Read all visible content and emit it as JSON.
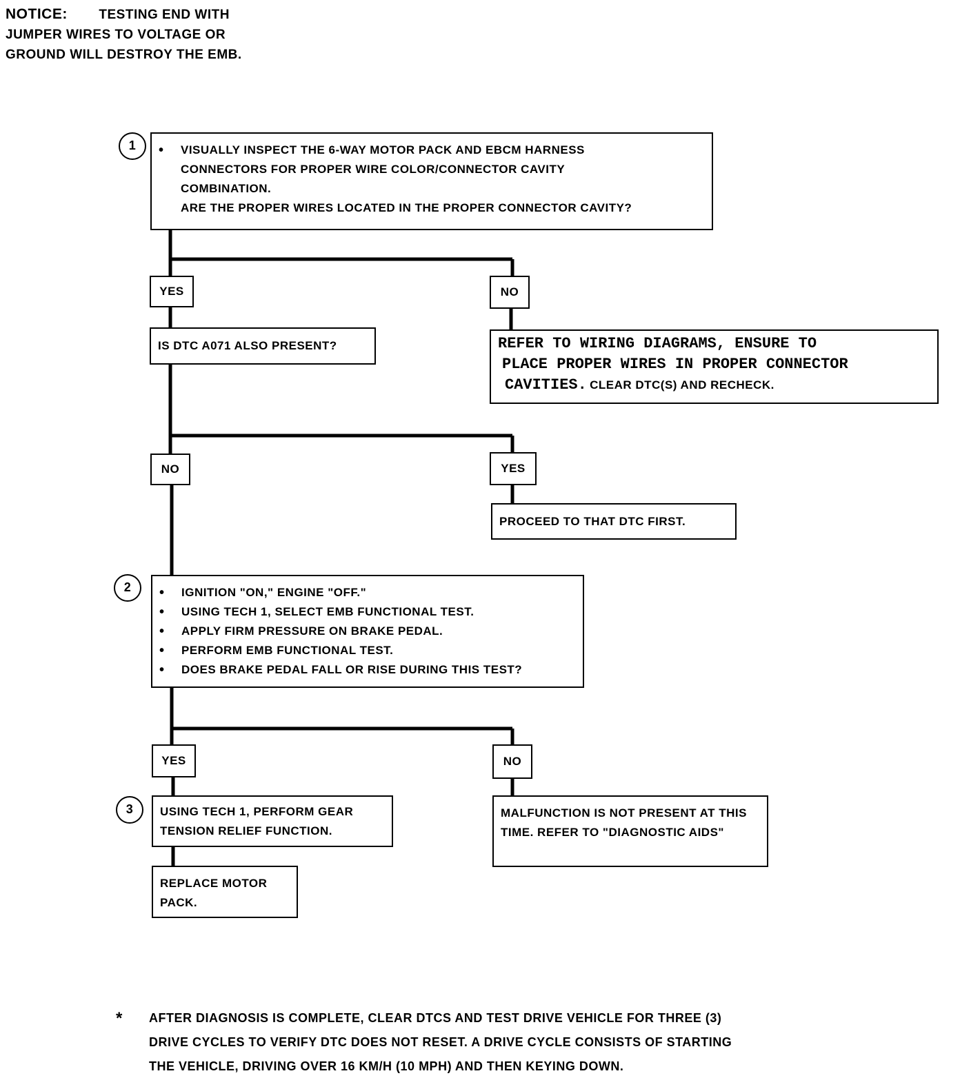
{
  "notice": {
    "head": "NOTICE:",
    "text_line1": "TESTING END WITH",
    "text_line2": "JUMPER WIRES TO VOLTAGE OR",
    "text_line3": "GROUND WILL DESTROY THE EMB."
  },
  "steps": {
    "s1": {
      "number": "1",
      "line1": "VISUALLY INSPECT THE 6-WAY MOTOR PACK AND EBCM HARNESS",
      "line2": "CONNECTORS FOR PROPER WIRE COLOR/CONNECTOR CAVITY",
      "line3": "COMBINATION.",
      "line4": "ARE THE PROPER WIRES LOCATED IN THE PROPER CONNECTOR CAVITY?"
    },
    "s2": {
      "number": "2",
      "items": [
        "IGNITION \"ON,\" ENGINE \"OFF.\"",
        "USING TECH 1, SELECT EMB FUNCTIONAL TEST.",
        "APPLY FIRM PRESSURE ON BRAKE PEDAL.",
        "PERFORM EMB FUNCTIONAL TEST.",
        "DOES BRAKE PEDAL FALL OR RISE DURING THIS TEST?"
      ]
    },
    "s3": {
      "number": "3",
      "text": "USING TECH 1, PERFORM GEAR TENSION RELIEF FUNCTION."
    }
  },
  "labels": {
    "yes1": "YES",
    "no1": "NO",
    "no2": "NO",
    "yes2": "YES",
    "yes3": "YES",
    "no3": "NO"
  },
  "boxes": {
    "dtc_question": "IS DTC A071 ALSO PRESENT?",
    "wiring_line1": "REFER TO WIRING DIAGRAMS, ENSURE TO",
    "wiring_line2": "PLACE PROPER WIRES IN PROPER CONNECTOR",
    "wiring_line3a": "CAVITIES.",
    "wiring_line3b": "CLEAR DTC(s) AND RECHECK.",
    "proceed": "PROCEED TO THAT DTC FIRST.",
    "malfunction": "MALFUNCTION IS NOT PRESENT AT THIS TIME. REFER TO \"DIAGNOSTIC AIDS\"",
    "replace": "REPLACE MOTOR PACK."
  },
  "footnote": {
    "star": "*",
    "line1": "AFTER DIAGNOSIS IS COMPLETE, CLEAR DTCs AND TEST DRIVE VEHICLE FOR THREE (3)",
    "line2": "DRIVE CYCLES TO VERIFY DTC DOES NOT RESET. A DRIVE CYCLE CONSISTS OF STARTING",
    "line3": "THE VEHICLE, DRIVING OVER 16 km/h (10 MPH) AND THEN KEYING DOWN."
  }
}
